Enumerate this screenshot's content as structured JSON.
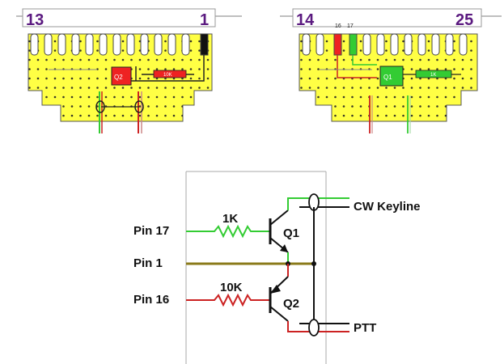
{
  "connector_left": {
    "pin_start_label": "13",
    "pin_end_label": "1",
    "transistor_label": "Q2",
    "resistor_label": "10K"
  },
  "connector_right": {
    "pin_start_label": "14",
    "pin_end_label": "25",
    "pin_marker_a": "16",
    "pin_marker_b": "17",
    "transistor_label": "Q1",
    "resistor_label": "1K"
  },
  "schematic": {
    "pin17_label": "Pin 17",
    "pin1_label": "Pin 1",
    "pin16_label": "Pin 16",
    "r1_label": "1K",
    "r2_label": "10K",
    "q1_label": "Q1",
    "q2_label": "Q2",
    "cw_label": "CW Keyline",
    "ptt_label": "PTT"
  },
  "colors": {
    "board_yellow": "#ffff44",
    "label_purple": "#5b1a80",
    "green_wire": "#33cc33",
    "red_wire": "#cc2222",
    "olive_wire": "#8a7a1a",
    "black": "#000000"
  }
}
